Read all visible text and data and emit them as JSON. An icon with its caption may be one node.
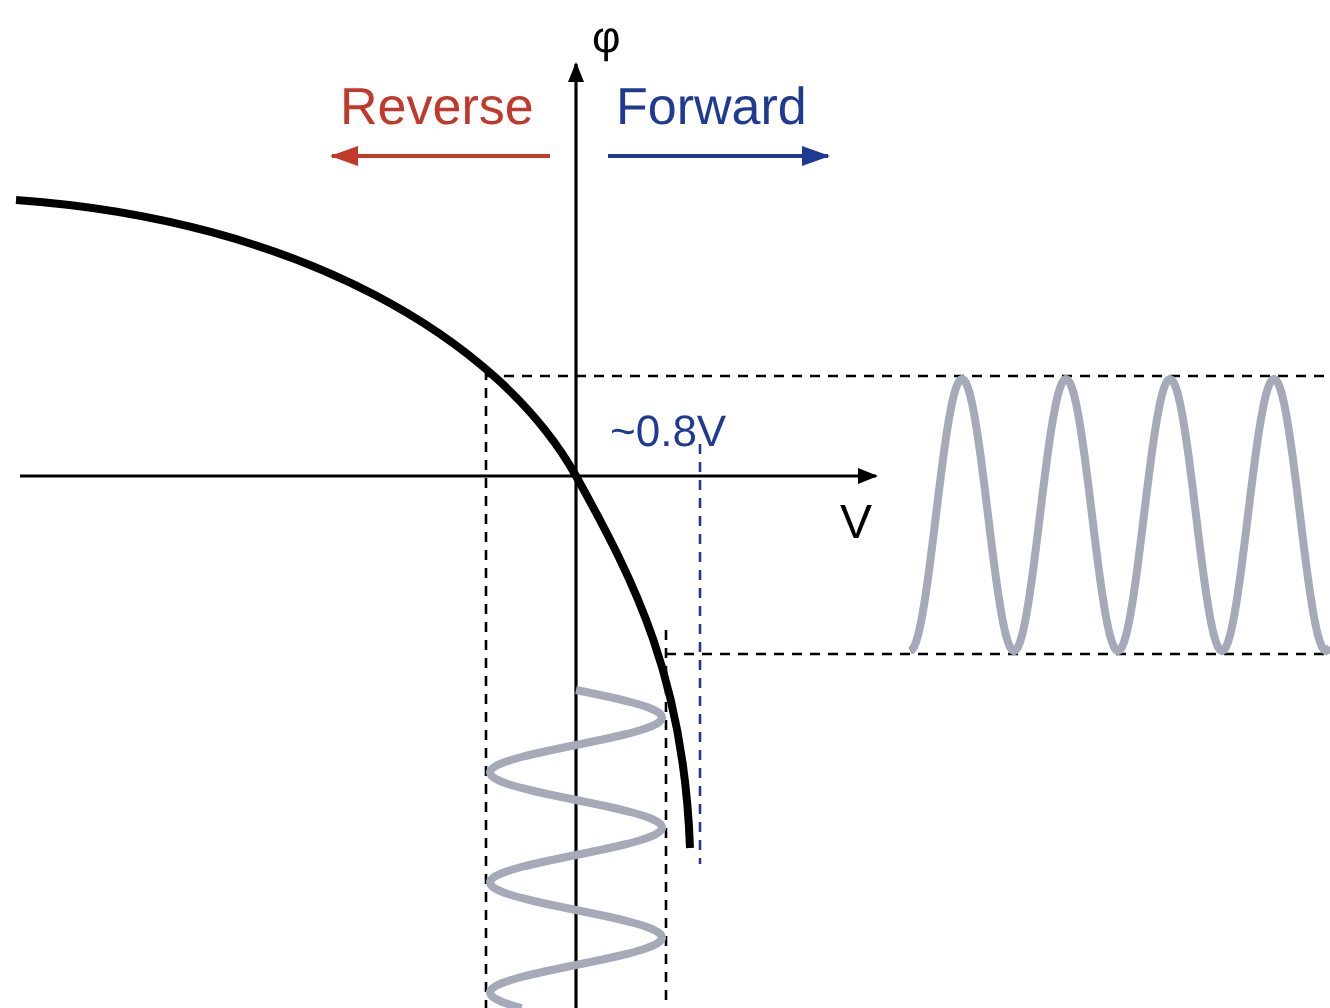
{
  "diagram": {
    "labels": [
      "φ",
      "Reverse",
      "Forward",
      "~0.8V",
      "V"
    ]
  }
}
